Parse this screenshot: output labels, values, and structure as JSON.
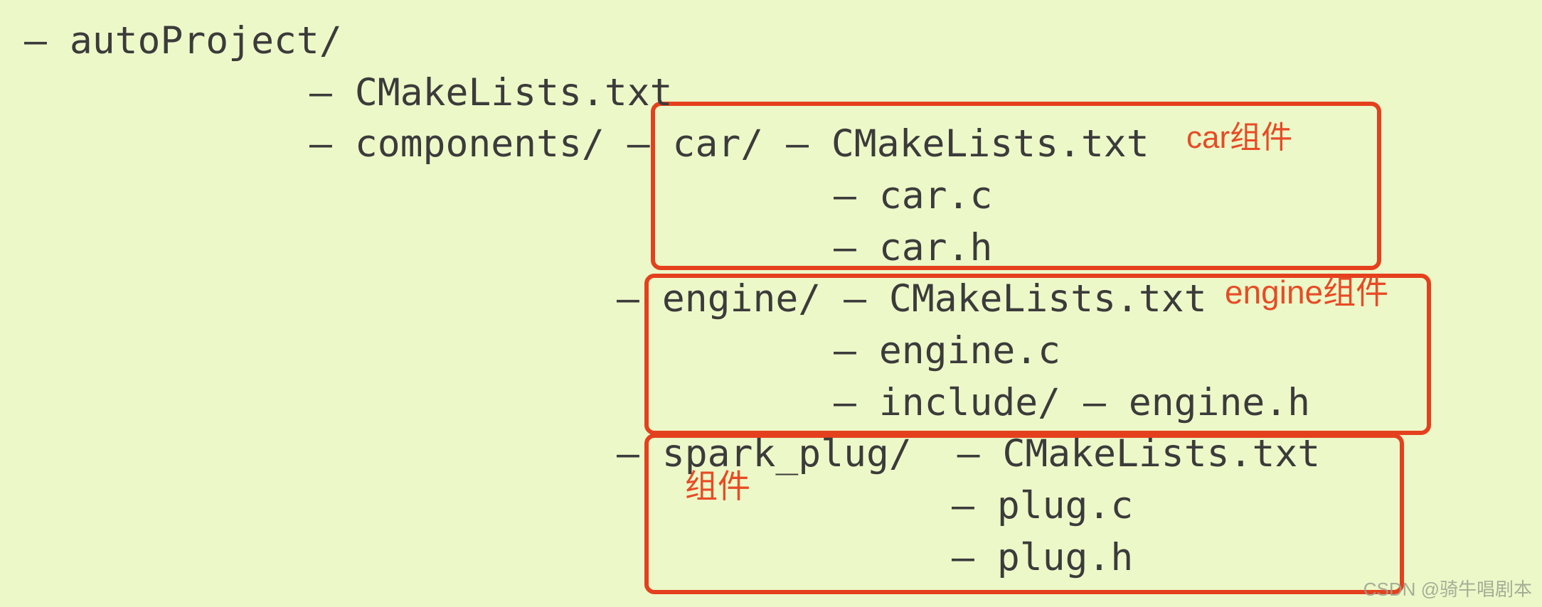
{
  "colors": {
    "background": "#edf8c8",
    "tree_text": "#3b3b3b",
    "box_border_red": "#e5401d",
    "annotation_red": "#e74b26",
    "watermark_gray": "#9aa08f"
  },
  "tree": {
    "lines": [
      {
        "text": "– autoProject/"
      },
      {
        "text": "– CMakeLists.txt"
      },
      {
        "text": "– components/ – car/ – CMakeLists.txt"
      },
      {
        "text": "– car.c"
      },
      {
        "text": "– car.h"
      },
      {
        "text": "– engine/ – CMakeLists.txt"
      },
      {
        "text": "– engine.c"
      },
      {
        "text": "– include/ – engine.h"
      },
      {
        "text": "– spark_plug/  – CMakeLists.txt"
      },
      {
        "text": "– plug.c"
      },
      {
        "text": "– plug.h"
      }
    ]
  },
  "annotations": {
    "car": "car组件",
    "engine": "engine组件",
    "spark": "组件"
  },
  "watermark": "CSDN @骑牛唱剧本"
}
